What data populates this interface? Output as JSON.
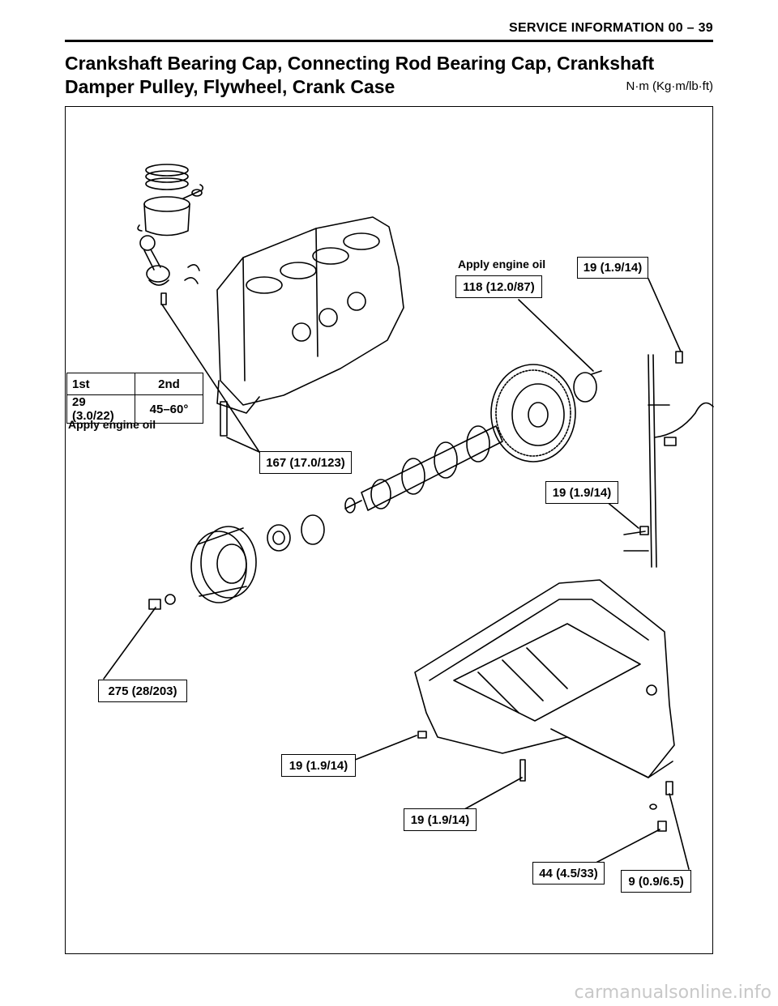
{
  "header": {
    "section_title": "SERVICE INFORMATION 00 – 39"
  },
  "page": {
    "title": "Crankshaft Bearing Cap, Connecting Rod Bearing Cap, Crankshaft Damper Pulley, Flywheel, Crank Case",
    "units": "N·m (Kg·m/lb·ft)"
  },
  "diagram": {
    "notes": {
      "apply_oil_top": "Apply engine oil",
      "apply_oil_left": "Apply engine oil"
    },
    "bearing_cap_table": {
      "headers": [
        "1st",
        "2nd"
      ],
      "values": [
        "29 (3.0/22)",
        "45–60°"
      ]
    },
    "torque_labels": {
      "flywheel_bolt": "118 (12.0/87)",
      "dipstick_upper": "19 (1.9/14)",
      "main_cap_bolt": "167 (17.0/123)",
      "dipstick_lower": "19 (1.9/14)",
      "pulley_bolt": "275 (28/203)",
      "oil_pan_front": "19 (1.9/14)",
      "oil_pan_side": "19 (1.9/14)",
      "drain_plug": "44 (4.5/33)",
      "pan_stud": "9 (0.9/6.5)"
    },
    "icons": [
      "piston-icon",
      "connecting-rod-icon",
      "cylinder-block-icon",
      "crankshaft-icon",
      "flywheel-icon",
      "damper-pulley-icon",
      "oil-pan-icon",
      "dipstick-icon",
      "bolt-icon"
    ]
  },
  "footer": {
    "watermark": "carmanualsonline.info"
  }
}
